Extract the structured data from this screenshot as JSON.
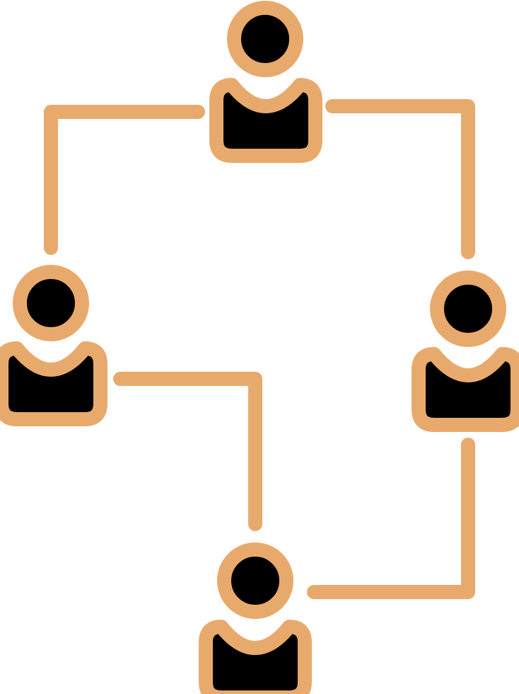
{
  "colors": {
    "accent": "#E8AA6C",
    "fill": "#000000",
    "background": "#FFFFFF"
  },
  "icon": "user-network-icon",
  "nodes": [
    {
      "name": "person-node-top",
      "icon": "person-icon"
    },
    {
      "name": "person-node-left",
      "icon": "person-icon"
    },
    {
      "name": "person-node-right",
      "icon": "person-icon"
    },
    {
      "name": "person-node-bottom",
      "icon": "person-icon"
    }
  ],
  "connectors": [
    {
      "name": "connector-top-left",
      "from": "person-node-top",
      "to": "person-node-left"
    },
    {
      "name": "connector-top-right",
      "from": "person-node-top",
      "to": "person-node-right"
    },
    {
      "name": "connector-left-bottom",
      "from": "person-node-left",
      "to": "person-node-bottom"
    },
    {
      "name": "connector-right-bottom",
      "from": "person-node-right",
      "to": "person-node-bottom"
    }
  ]
}
